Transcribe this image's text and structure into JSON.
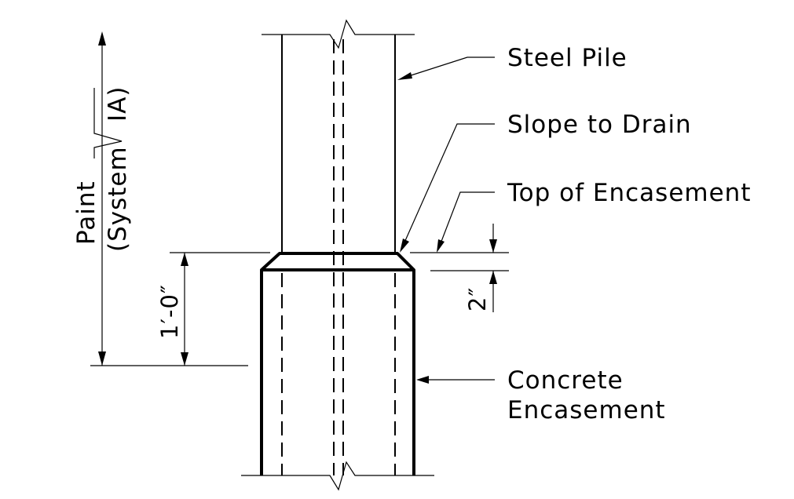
{
  "labels": {
    "steel_pile": "Steel Pile",
    "slope_to_drain": "Slope to Drain",
    "top_of_encasement": "Top of Encasement",
    "concrete_line1": "Concrete",
    "concrete_line2": "Encasement"
  },
  "paint_callout": {
    "line1": "Paint",
    "line2_prefix": "(System",
    "line2_suffix": "IA)"
  },
  "dimensions": {
    "encasement_height": "1′-0″",
    "slope_drop": "2″"
  }
}
